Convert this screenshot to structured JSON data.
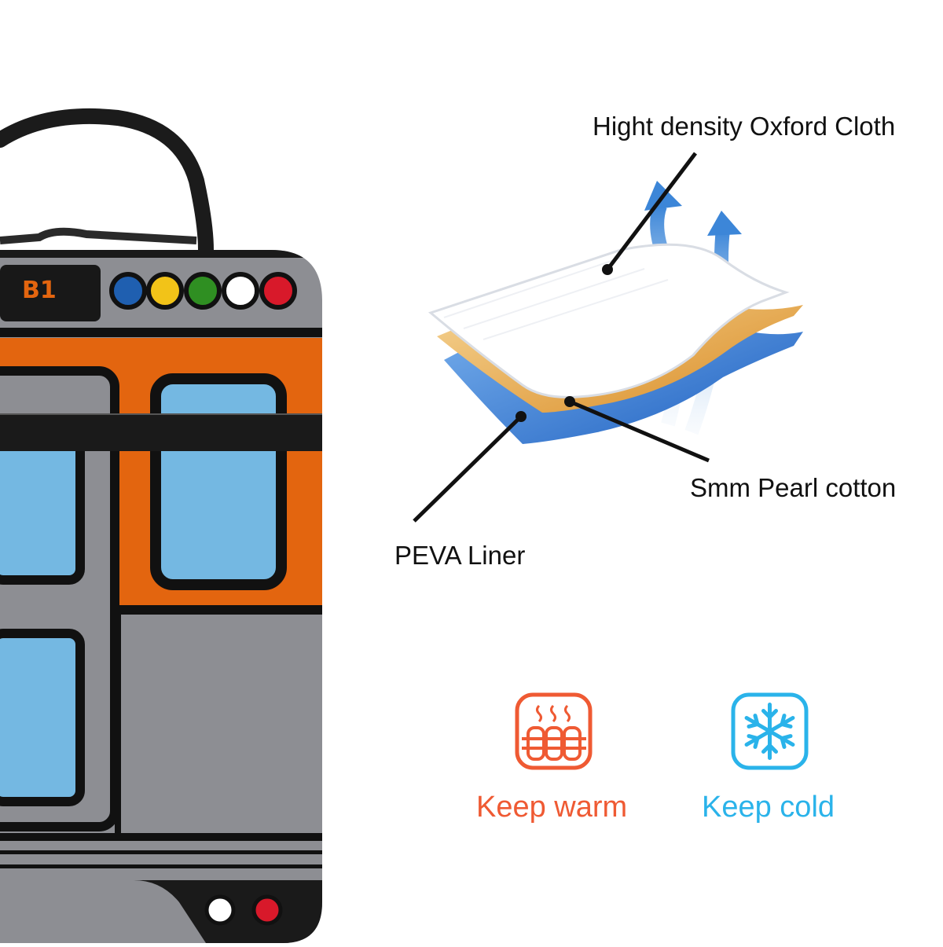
{
  "bag": {
    "badge": "B1",
    "signal_colors": [
      "#1f5fb0",
      "#f2c318",
      "#2f8f22",
      "#ffffff",
      "#d8192a"
    ],
    "body_color": "#8d8e93",
    "band_color": "#e3650f",
    "window_color": "#74b8e2"
  },
  "layers": {
    "top_label": "Hight density Oxford Cloth",
    "middle_label": "Smm Pearl cotton",
    "bottom_label": "PEVA Liner"
  },
  "features": {
    "warm": {
      "label": "Keep warm",
      "color": "#ef5a33",
      "icon": "heater-icon"
    },
    "cold": {
      "label": "Keep cold",
      "color": "#2ab3ea",
      "icon": "snowflake-icon"
    }
  }
}
